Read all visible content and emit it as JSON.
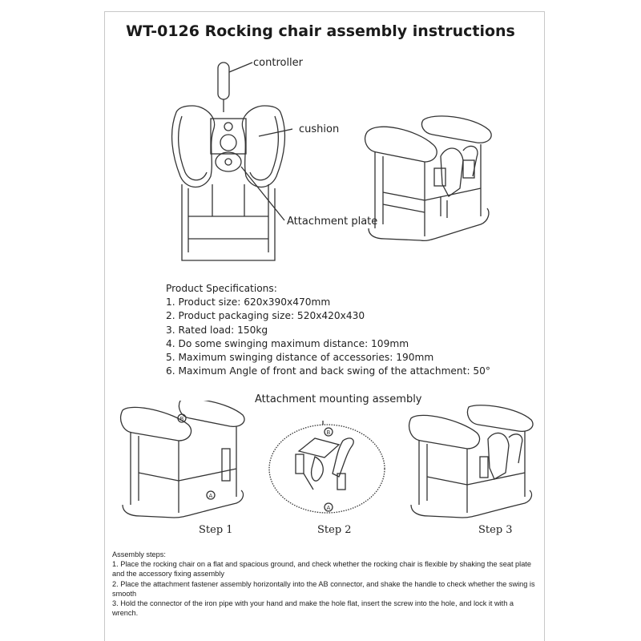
{
  "document": {
    "title": "WT-0126 Rocking chair assembly instructions",
    "labels": {
      "controller": "controller",
      "cushion": "cushion",
      "attachment_plate": "Attachment plate"
    },
    "specs": {
      "heading": "Product Specifications:",
      "items": [
        "1. Product size: 620x390x470mm",
        "2. Product packaging size: 520x420x430",
        "3. Rated load: 150kg",
        "4. Do some swinging maximum distance: 109mm",
        "5. Maximum swinging distance of accessories: 190mm",
        "6. Maximum Angle of front and back swing of the attachment: 50°"
      ]
    },
    "mounting_title": "Attachment mounting assembly",
    "steps": [
      "Step 1",
      "Step 2",
      "Step 3"
    ],
    "marker_a": "A",
    "marker_b": "B",
    "assembly": {
      "heading": "Assembly steps:",
      "items": [
        "1. Place the rocking chair on a flat and spacious ground, and check whether the rocking chair is flexible by shaking the seat plate and the accessory fixing assembly",
        "2. Place the attachment fastener assembly horizontally into the AB connector, and shake the handle to check whether the swing is smooth",
        "3. Hold the connector of the iron pipe with your hand and make the hole flat, insert the screw into the hole, and lock it with a wrench."
      ]
    }
  }
}
